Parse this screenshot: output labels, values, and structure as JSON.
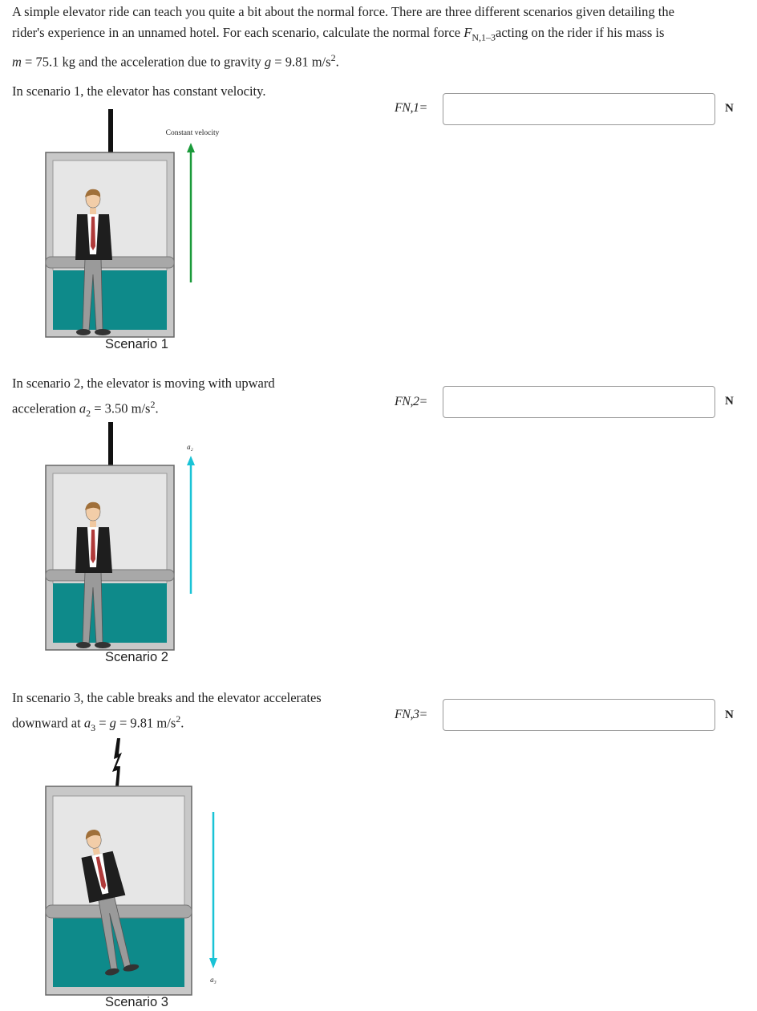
{
  "intro": {
    "line1": "A simple elevator ride can teach you quite a bit about the normal force. There are three different scenarios given detailing the",
    "line2a": "rider's experience in an unnamed hotel. For each scenario, calculate the normal force ",
    "fn_symbol": "F",
    "fn_sub": "N,1–3",
    "line2b": "acting on the rider if his mass is",
    "m_var": "m",
    "m_value": " = 75.1 kg and the acceleration due to gravity ",
    "g_var": "g",
    "g_value": " = 9.81 m/s",
    "g_exp": "2",
    "end": "."
  },
  "scenarios": [
    {
      "text_line1": "In scenario 1, the elevator has constant velocity.",
      "text_line2": "",
      "label": "FN,1=",
      "input_value": "",
      "unit": "N",
      "caption": "Scenario 1",
      "arrow_label": "Constant velocity",
      "arrow_color": "#1a9a3a",
      "arrow_direction": "up",
      "cable": "intact"
    },
    {
      "text_line1": "In scenario 2, the elevator is moving with upward",
      "text_line2a": "acceleration ",
      "a_var": "a",
      "a_sub": "2",
      "text_line2b": " = 3.50 m/s",
      "exp": "2",
      "end": ".",
      "label": "FN,2=",
      "input_value": "",
      "unit": "N",
      "caption": "Scenario 2",
      "arrow_label": "a₂",
      "arrow_color": "#19c3d6",
      "arrow_direction": "up",
      "cable": "intact"
    },
    {
      "text_line1": "In scenario 3, the cable breaks and the elevator accelerates",
      "text_line2a": "downward at ",
      "a_var": "a",
      "a_sub": "3",
      "text_line2b": " = ",
      "g_var": "g",
      "text_line2c": " = 9.81 m/s",
      "exp": "2",
      "end": ".",
      "label": "FN,3=",
      "input_value": "",
      "unit": "N",
      "caption": "Scenario 3",
      "arrow_label": "a₃",
      "arrow_color": "#19c3d6",
      "arrow_direction": "down",
      "cable": "broken"
    }
  ],
  "colors": {
    "elevator_wall": "#d9d9d9",
    "elevator_floor": "#0e8a8a",
    "suit": "#1e1e1e",
    "pants": "#9a9a9a",
    "tie": "#b03a3a",
    "hair": "#a0703a"
  }
}
